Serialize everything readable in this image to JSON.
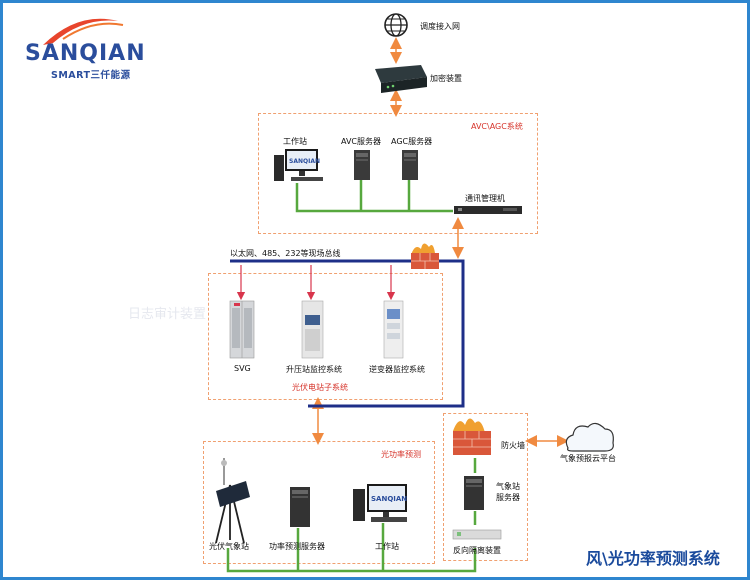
{
  "logo": {
    "name": "SANQIAN",
    "tagline": "SMART三仟能源"
  },
  "title": "风\\光功率预测系统",
  "watermark": "日志审计装置",
  "groups": {
    "agc": "AVC\\AGC系统",
    "pv": "光伏电站子系统",
    "forecast": "光功率预测"
  },
  "nodes": {
    "internet": "调度接入网",
    "encrypt": "加密装置",
    "workstation_top": "工作站",
    "avc_server": "AVC服务器",
    "agc_server": "AGC服务器",
    "comm_manager": "通讯管理机",
    "bus": "以太网、485、232等现场总线",
    "svg": "SVG",
    "booster": "升压站监控系统",
    "inverter": "逆变器监控系统",
    "pv_weather": "光伏气象站",
    "forecast_server": "功率预测服务器",
    "workstation_bottom": "工作站",
    "firewall": "防火墙",
    "weather_server": "气象站\n服务器",
    "isolation": "反向隔离装置",
    "cloud": "气象预报云平台"
  },
  "colors": {
    "link_orange": "#f08a40",
    "bus_blue": "#1e2f88",
    "lan_green": "#57a83e",
    "arrow_red": "#d8354c",
    "brand": "#2a4d9c"
  }
}
